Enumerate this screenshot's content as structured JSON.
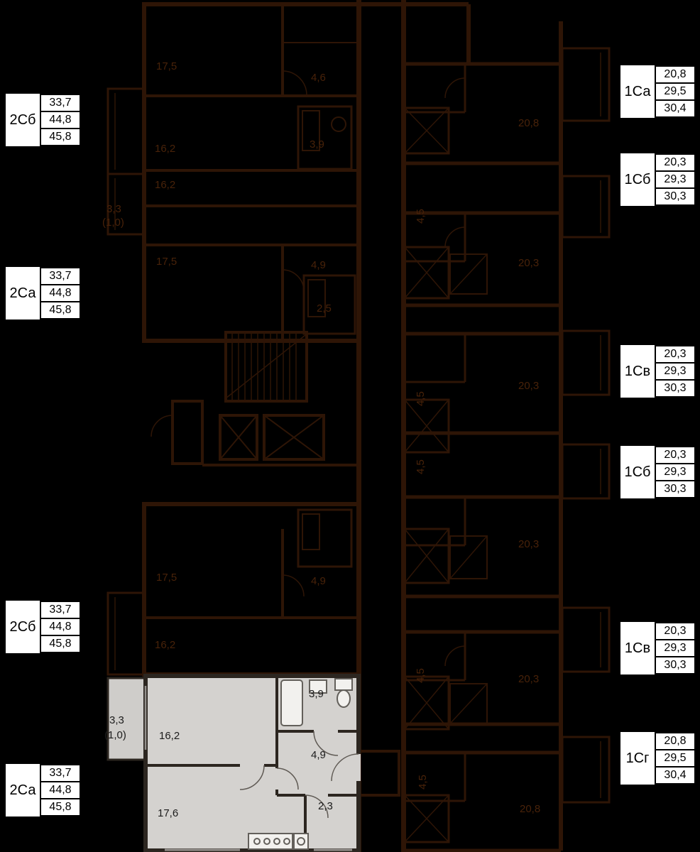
{
  "colors": {
    "background": "#000000",
    "wall": "#2e1506",
    "highlight_fill": "#d4d2cf",
    "highlight_wall": "#2c2620",
    "card_bg": "#ffffff",
    "card_border": "#000000",
    "dark_label": "#482209",
    "highlight_label": "#1c1c1c",
    "fixture_fill": "#f2f1ee",
    "fixture_stroke": "#63605b",
    "window_line": "#93908c"
  },
  "left_cards": [
    {
      "type": "2Сб",
      "areas": [
        "33,7",
        "44,8",
        "45,8"
      ]
    },
    {
      "type": "2Са",
      "areas": [
        "33,7",
        "44,8",
        "45,8"
      ]
    },
    {
      "type": "2Сб",
      "areas": [
        "33,7",
        "44,8",
        "45,8"
      ]
    },
    {
      "type": "2Са",
      "areas": [
        "33,7",
        "44,8",
        "45,8"
      ]
    }
  ],
  "right_cards": [
    {
      "type": "1Са",
      "areas": [
        "20,8",
        "29,5",
        "30,4"
      ]
    },
    {
      "type": "1Сб",
      "areas": [
        "20,3",
        "29,3",
        "30,3"
      ]
    },
    {
      "type": "1Св",
      "areas": [
        "20,3",
        "29,3",
        "30,3"
      ]
    },
    {
      "type": "1Сб",
      "areas": [
        "20,3",
        "29,3",
        "30,3"
      ]
    },
    {
      "type": "1Св",
      "areas": [
        "20,3",
        "29,3",
        "30,3"
      ]
    },
    {
      "type": "1Сг",
      "areas": [
        "20,8",
        "29,5",
        "30,4"
      ]
    }
  ],
  "plan_labels": [
    "17,5",
    "4,6",
    "3,9",
    "16,2",
    "16,2",
    "3,3",
    "(1,0)",
    "17,5",
    "4,9",
    "2,5",
    "20,8",
    "4,5",
    "20,3",
    "4,5",
    "4,5",
    "20,3",
    "20,3",
    "17,5",
    "4,9",
    "16,2",
    "20,3",
    "4,5",
    "20,8",
    "4,5",
    "3,9",
    "3,3",
    "(1,0)",
    "16,2",
    "4,9",
    "17,6",
    "2,3"
  ],
  "highlighted_apartment": {
    "room_areas": [
      "3,9",
      "3,3",
      "(1,0)",
      "16,2",
      "4,9",
      "17,6",
      "2,3"
    ]
  }
}
